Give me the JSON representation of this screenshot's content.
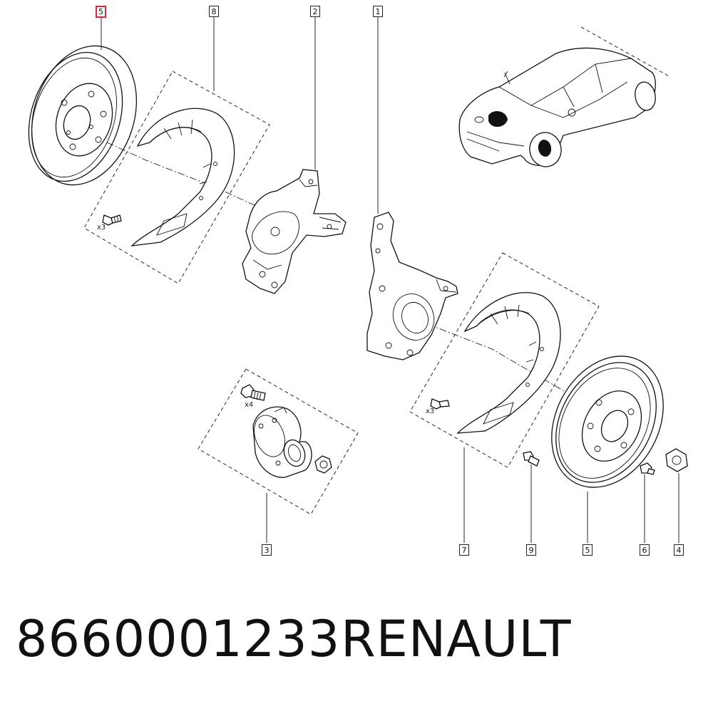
{
  "callouts": {
    "c1": "1",
    "c2": "2",
    "c3": "3",
    "c4": "4",
    "c5_top": "5",
    "c5_bottom": "5",
    "c6": "6",
    "c7": "7",
    "c8": "8",
    "c9": "9"
  },
  "quantities": {
    "q_shield_left": "x3",
    "q_hub": "x4",
    "q_shield_right": "x3"
  },
  "footer": {
    "part_number": "8660001233",
    "brand": "RENAULT"
  },
  "colors": {
    "highlight": "#d8283a"
  }
}
